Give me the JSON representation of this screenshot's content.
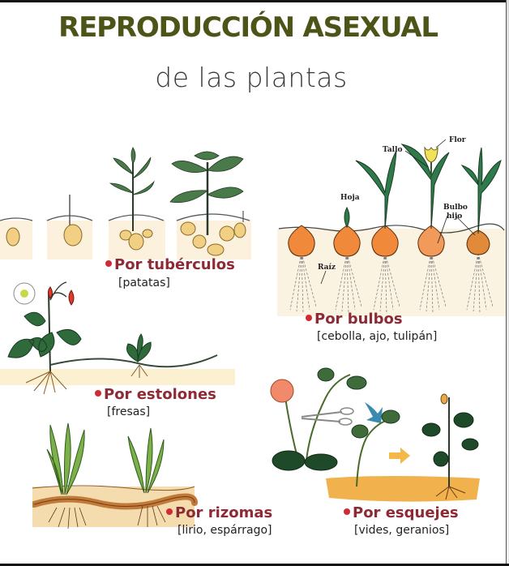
{
  "header": {
    "title": "REPRODUCCIÓN ASEXUAL",
    "subtitle": "de las plantas"
  },
  "sections": [
    {
      "id": "tuberculos",
      "label": "Por tubérculos",
      "examples": "[patatas]"
    },
    {
      "id": "bulbos",
      "label": "Por bulbos",
      "examples": "[cebolla, ajo, tulipán]"
    },
    {
      "id": "estolones",
      "label": "Por estolones",
      "examples": "[fresas]"
    },
    {
      "id": "rizomas",
      "label": "Por rizomas",
      "examples": "[lirio, espárrago]"
    },
    {
      "id": "esquejes",
      "label": "Por esquejes",
      "examples": "[vides, geranios]"
    }
  ],
  "bulb_diagram_labels": {
    "hoja": "Hoja",
    "tallo": "Tallo",
    "flor": "Flor",
    "bulbo_hijo_1": "Bulbo",
    "bulbo_hijo_2": "hijo",
    "raiz": "Raíz"
  },
  "colors": {
    "title": "#4e5418",
    "label": "#8e2a34",
    "bullet": "#d22935",
    "leaf": "#2f6b3a",
    "bulb": "#f08a3a",
    "soil": "#f6e8c8"
  }
}
